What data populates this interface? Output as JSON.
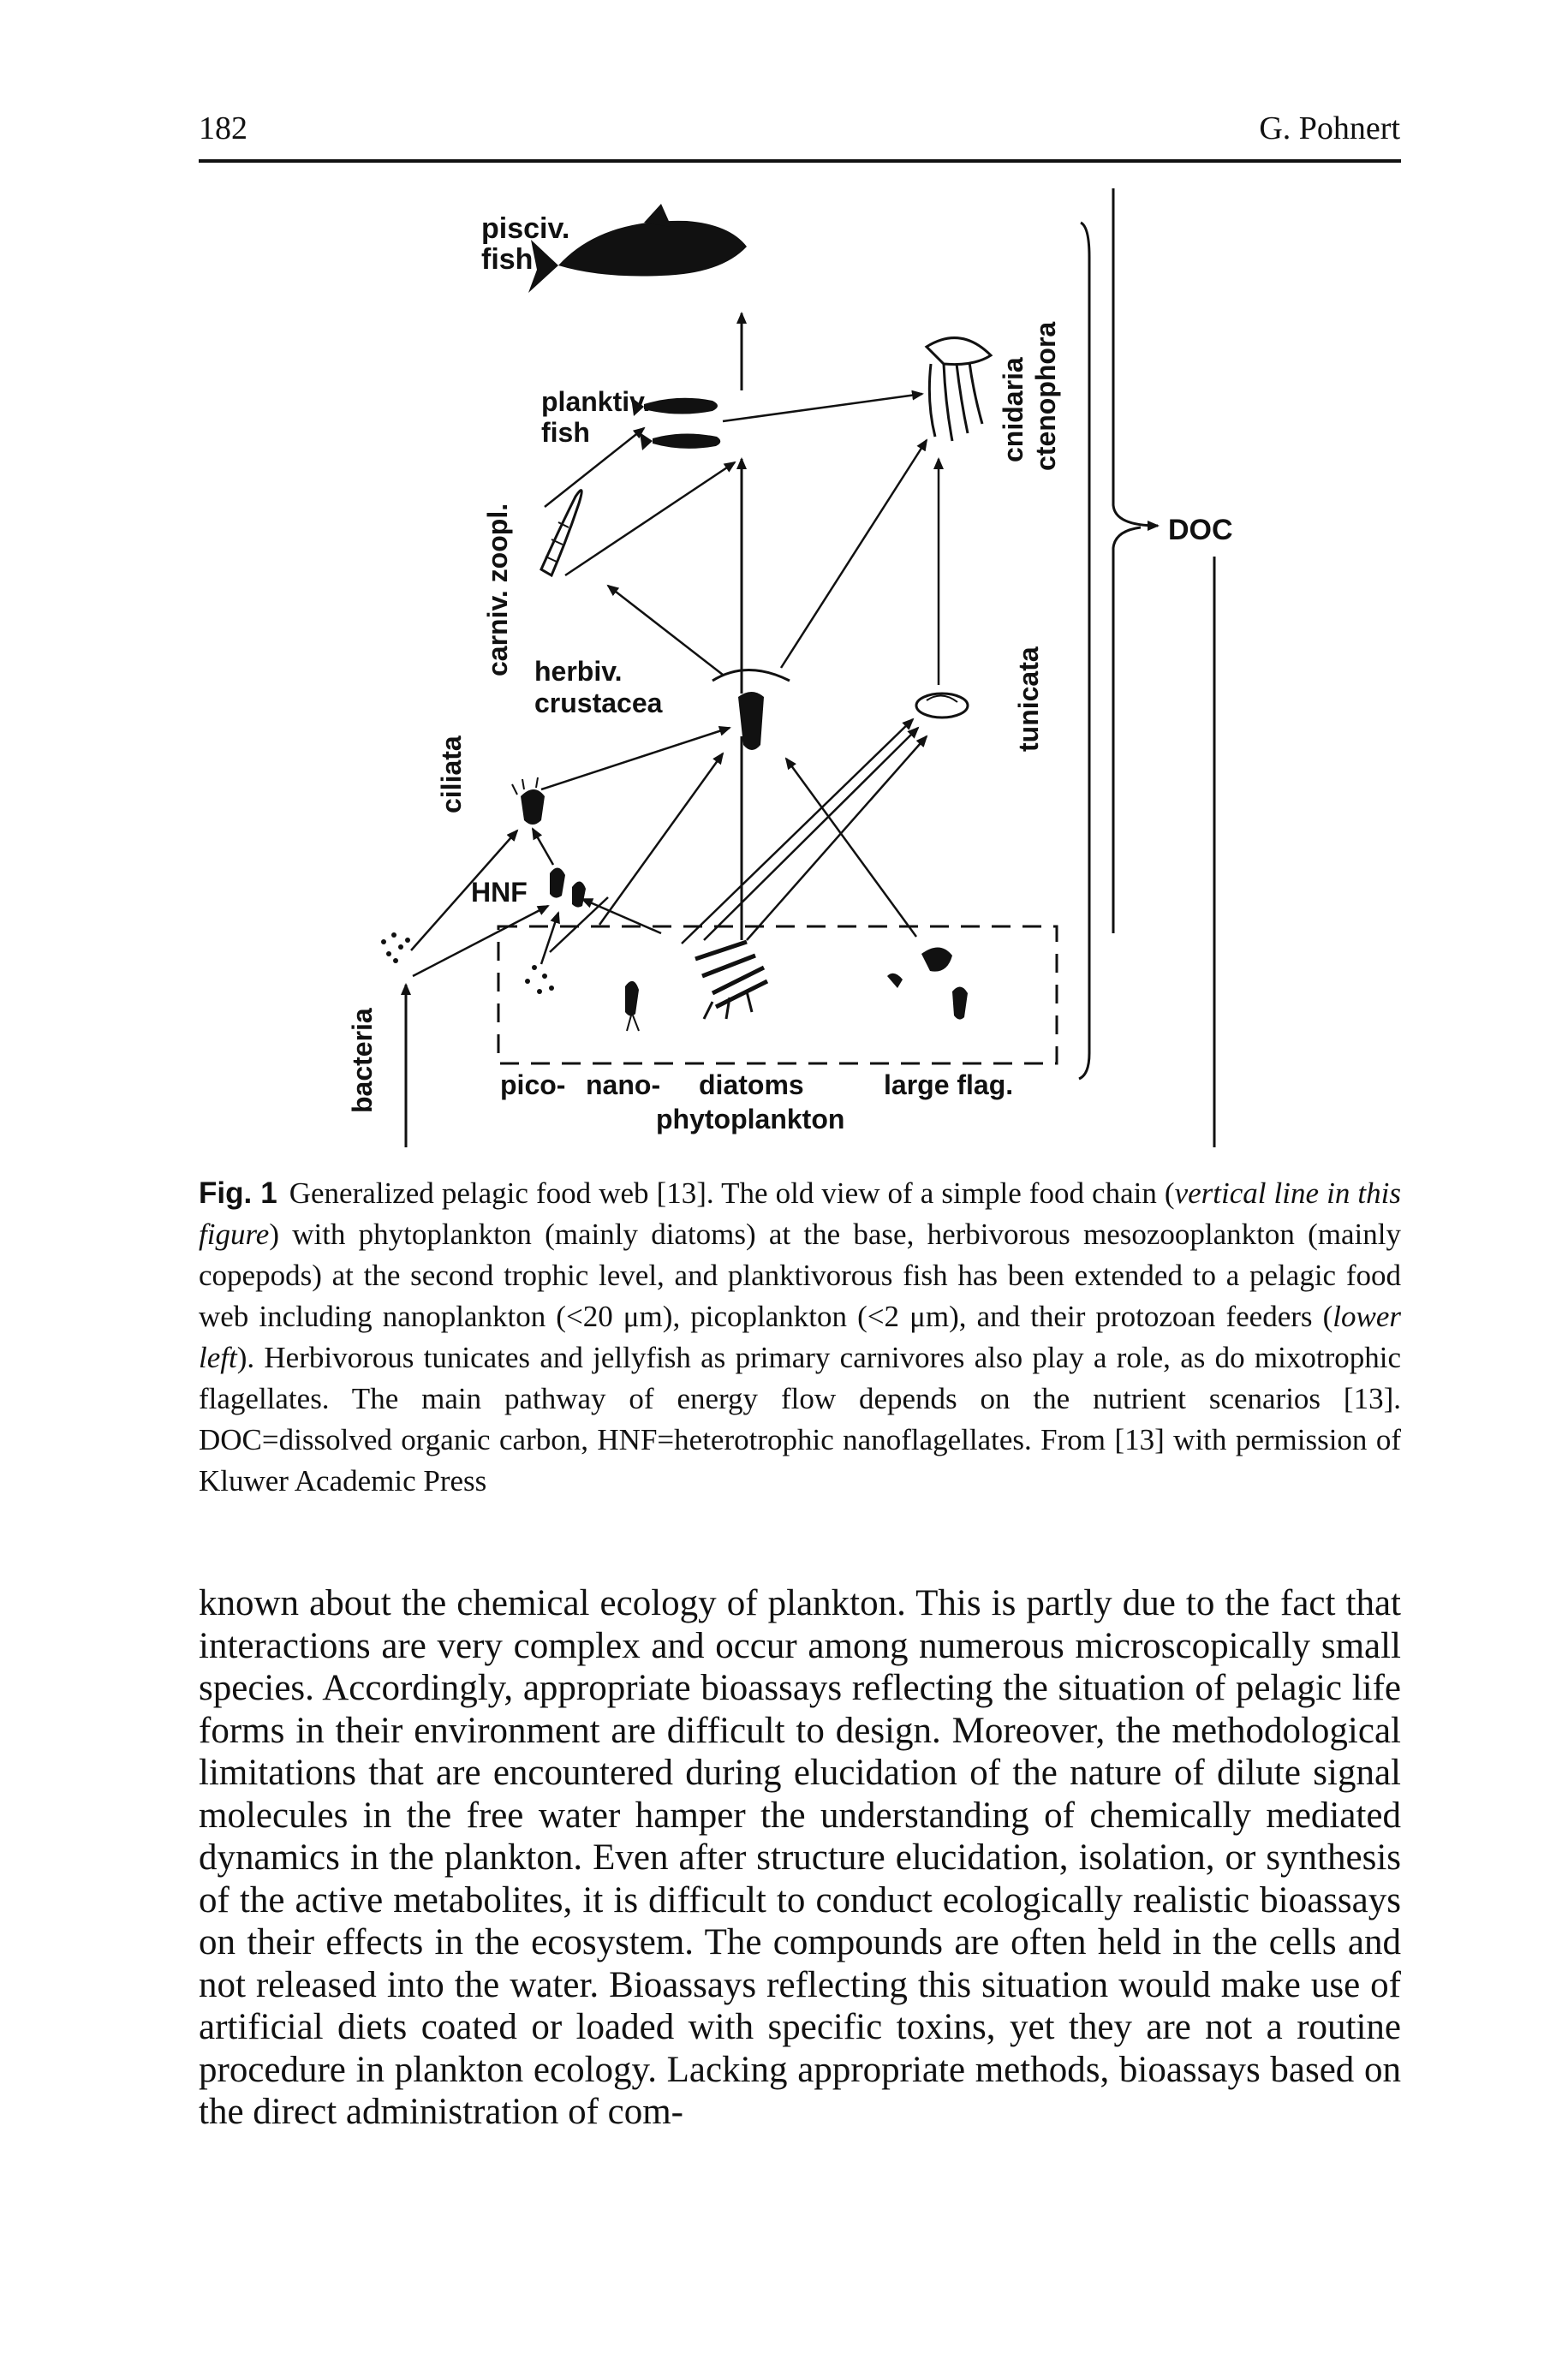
{
  "header": {
    "page_number": "182",
    "author": "G. Pohnert"
  },
  "figure": {
    "labels": {
      "pisciv_1": "pisciv.",
      "pisciv_2": "fish",
      "planktiv_1": "planktiv.",
      "planktiv_2": "fish",
      "carniv": "carniv. zoopl.",
      "ciliata": "ciliata",
      "herbiv_1": "herbiv.",
      "herbiv_2": "crustacea",
      "hnf": "HNF",
      "bacteria": "bacteria",
      "cnidaria": "cnidaria",
      "ctenophora": "ctenophora",
      "tunicata": "tunicata",
      "doc": "DOC",
      "pico": "pico-",
      "nano": "nano-",
      "diatoms": "diatoms",
      "large_flag": "large flag.",
      "phytoplankton": "phytoplankton"
    }
  },
  "caption": {
    "label": "Fig. 1",
    "part1": "Generalized pelagic food web [13]. The old view of a simple food chain (",
    "italic1": "vertical line in this figure",
    "part2": ") with phytoplankton (mainly diatoms) at the base, herbivorous mesozooplankton (mainly copepods) at the second trophic level, and planktivorous fish has been extended to a pelagic food web including nanoplankton (<20 μm), picoplankton (<2 μm), and their protozoan feeders (",
    "italic2": "lower left",
    "part3": "). Herbivorous tunicates and jellyfish as primary carnivores also play a role, as do mixotrophic flagellates. The main pathway of energy flow depends on the nutrient scenarios [13]. DOC=dissolved organic carbon, HNF=heterotrophic nanoflagellates. From [13] with permission of Kluwer Academic Press"
  },
  "body_text": "known about the chemical ecology of plankton. This is partly due to the fact that interactions are very complex and occur among numerous microscopically small species. Accordingly, appropriate bioassays reflecting the situation of pelagic life forms in their environment are difficult to design. Moreover, the methodological limitations that are encountered during elucidation of the nature of dilute signal molecules in the free water hamper the understanding of chemically mediated dynamics in the plankton. Even after structure elucidation, isolation, or synthesis of the active metabolites, it is difficult to conduct ecologically realistic bioassays on their effects in the ecosystem. The compounds are often held in the cells and not released into the water. Bioassays reflecting this situation would make use of artificial diets coated or loaded with specific toxins, yet they are not a routine procedure in plankton ecology. Lacking appropriate methods, bioassays based on the direct administration of com-"
}
